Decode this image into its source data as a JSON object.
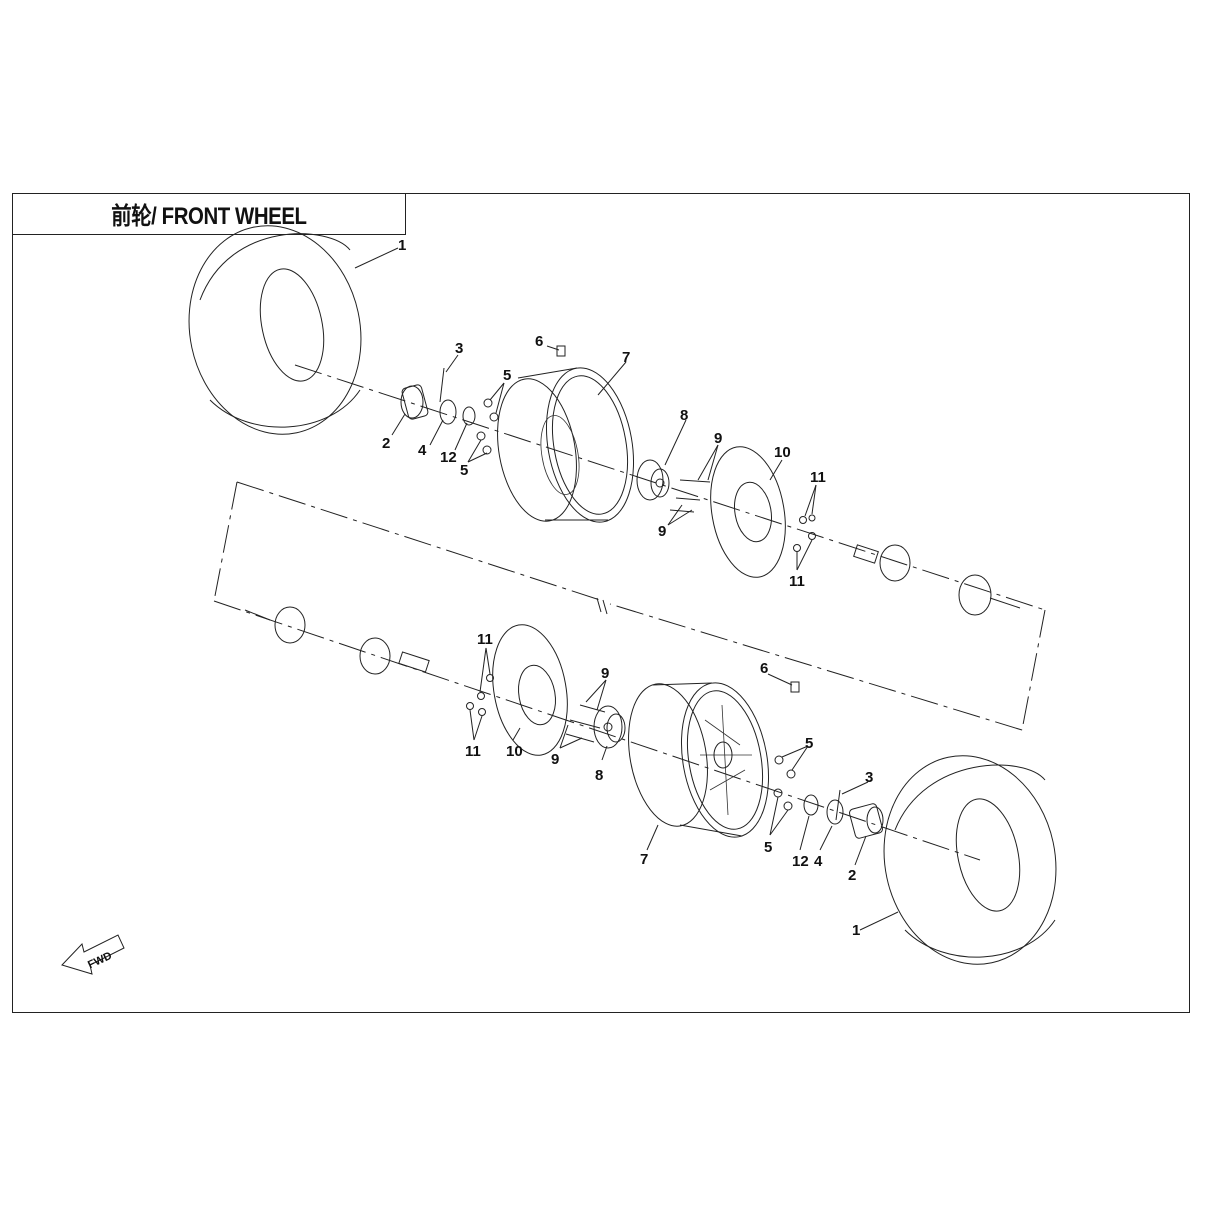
{
  "title": "前轮/ FRONT WHEEL",
  "fwd_label": "FWD",
  "callouts": {
    "upper": {
      "tire": "1",
      "hub_nut_cap": "2",
      "cotter_pin": "3",
      "castle_nut": "4",
      "nut_a": "5",
      "nut_b": "5",
      "valve": "6",
      "rim": "7",
      "hub": "8",
      "bolt_a": "9",
      "bolt_b": "9",
      "disc": "10",
      "disc_bolt_a": "11",
      "disc_bolt_b": "11",
      "washer": "12"
    },
    "lower": {
      "tire": "1",
      "hub_nut_cap": "2",
      "cotter_pin": "3",
      "castle_nut": "4",
      "nut_a": "5",
      "nut_b": "5",
      "valve": "6",
      "rim": "7",
      "hub": "8",
      "bolt_a": "9",
      "bolt_b": "9",
      "disc": "10",
      "disc_bolt_a": "11",
      "disc_bolt_b": "11",
      "washer": "12"
    }
  }
}
